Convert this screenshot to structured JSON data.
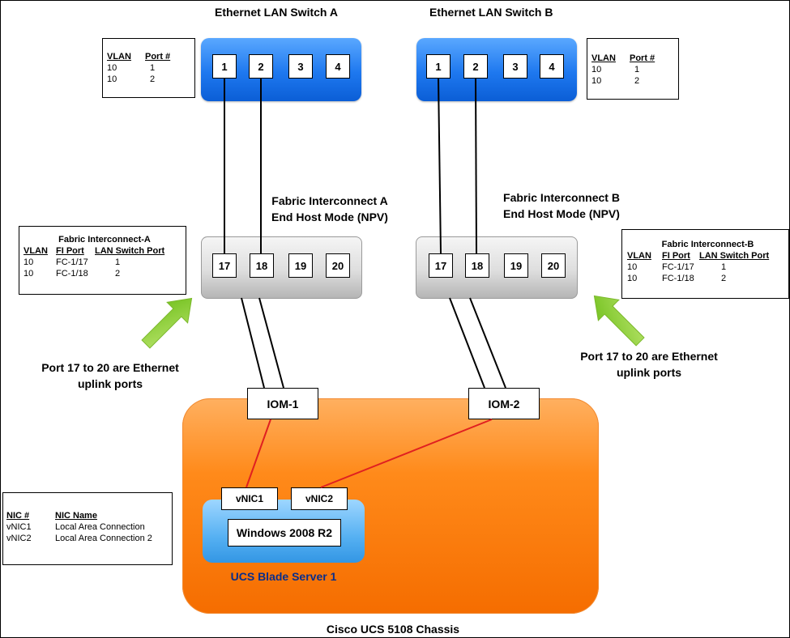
{
  "switch_a": {
    "title": "Ethernet LAN Switch A",
    "ports": [
      "1",
      "2",
      "3",
      "4"
    ]
  },
  "switch_b": {
    "title": "Ethernet LAN Switch B",
    "ports": [
      "1",
      "2",
      "3",
      "4"
    ]
  },
  "fi_a": {
    "title_line1": "Fabric Interconnect A",
    "title_line2": "End Host Mode (NPV)",
    "ports": [
      "17",
      "18",
      "19",
      "20"
    ]
  },
  "fi_b": {
    "title_line1": "Fabric Interconnect B",
    "title_line2": "End Host Mode (NPV)",
    "ports": [
      "17",
      "18",
      "19",
      "20"
    ]
  },
  "vlan_table_a": {
    "headers": [
      "VLAN",
      "Port #"
    ],
    "rows": [
      [
        "10",
        "1"
      ],
      [
        "10",
        "2"
      ]
    ]
  },
  "vlan_table_b": {
    "headers": [
      "VLAN",
      "Port #"
    ],
    "rows": [
      [
        "10",
        "1"
      ],
      [
        "10",
        "2"
      ]
    ]
  },
  "fi_table_a": {
    "caption": "Fabric Interconnect-A",
    "headers": [
      "VLAN",
      "FI Port",
      "LAN Switch Port"
    ],
    "rows": [
      [
        "10",
        "FC-1/17",
        "1"
      ],
      [
        "10",
        "FC-1/18",
        "2"
      ]
    ]
  },
  "fi_table_b": {
    "caption": "Fabric Interconnect-B",
    "headers": [
      "VLAN",
      "FI Port",
      "LAN Switch Port"
    ],
    "rows": [
      [
        "10",
        "FC-1/17",
        "1"
      ],
      [
        "10",
        "FC-1/18",
        "2"
      ]
    ]
  },
  "uplink_note_a": {
    "line1": "Port 17 to 20 are Ethernet",
    "line2": "uplink ports"
  },
  "uplink_note_b": {
    "line1": "Port 17 to 20 are Ethernet",
    "line2": "uplink ports"
  },
  "iom1": "IOM-1",
  "iom2": "IOM-2",
  "vnic1": "vNIC1",
  "vnic2": "vNIC2",
  "os": "Windows 2008 R2",
  "blade_label": "UCS Blade Server 1",
  "chassis_label": "Cisco UCS 5108 Chassis",
  "nic_table": {
    "headers": [
      "NIC #",
      "NIC Name"
    ],
    "rows": [
      [
        "vNIC1",
        "Local Area Connection"
      ],
      [
        "vNIC2",
        "Local Area Connection 2"
      ]
    ]
  },
  "colors": {
    "switch_blue": "#1e78ef",
    "chassis_orange": "#ff8a1a",
    "blade_blue": "#55b0f2",
    "arrow_green": "#8ccc2a",
    "vnic_link_red": "#e02020"
  }
}
